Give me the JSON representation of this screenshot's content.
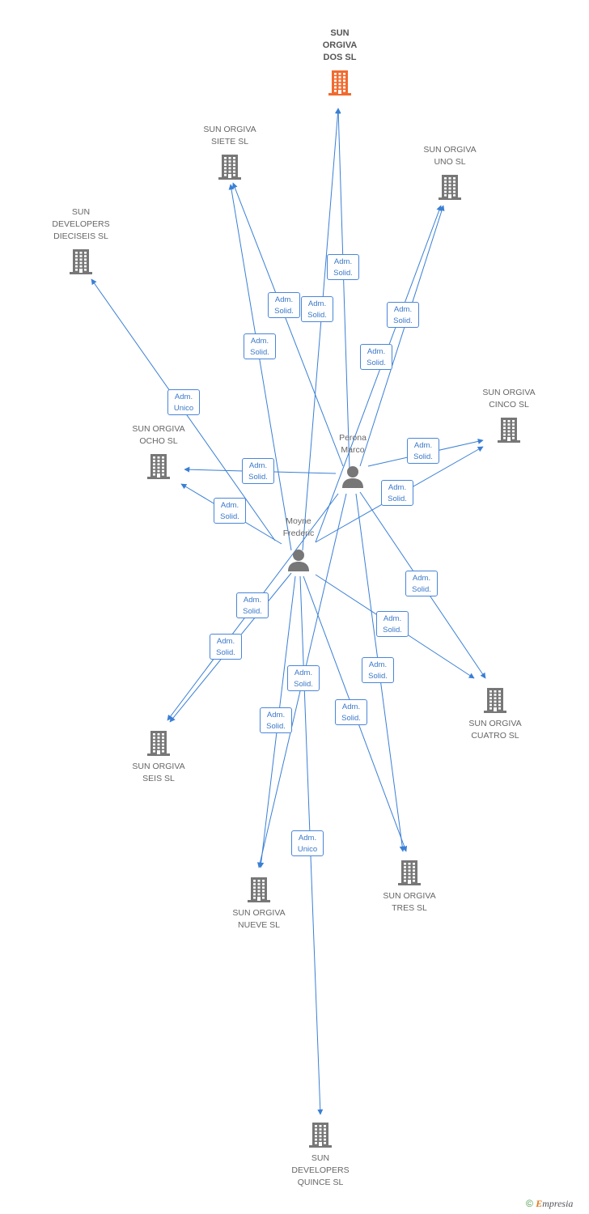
{
  "colors": {
    "edge": "#3a7fd5",
    "company": "#777777",
    "main_company": "#f26a2e",
    "person": "#777777"
  },
  "companies": [
    {
      "id": "dos",
      "label": "SUN\nORGIVA\nDOS SL",
      "main": true
    },
    {
      "id": "siete",
      "label": "SUN ORGIVA\nSIETE SL"
    },
    {
      "id": "uno",
      "label": "SUN ORGIVA\nUNO SL"
    },
    {
      "id": "dieciseis",
      "label": "SUN\nDEVELOPERS\nDIECISEIS SL"
    },
    {
      "id": "cinco",
      "label": "SUN ORGIVA\nCINCO SL"
    },
    {
      "id": "ocho",
      "label": "SUN ORGIVA\nOCHO SL"
    },
    {
      "id": "cuatro",
      "label": "SUN ORGIVA\nCUATRO SL"
    },
    {
      "id": "seis",
      "label": "SUN ORGIVA\nSEIS SL"
    },
    {
      "id": "nueve",
      "label": "SUN ORGIVA\nNUEVE SL"
    },
    {
      "id": "tres",
      "label": "SUN ORGIVA\nTRES SL"
    },
    {
      "id": "quince",
      "label": "SUN\nDEVELOPERS\nQUINCE SL"
    }
  ],
  "persons": [
    {
      "id": "perona",
      "label": "Perona\nMarco"
    },
    {
      "id": "moyne",
      "label": "Moyne\nFrederic"
    }
  ],
  "edges": [
    {
      "from": "perona",
      "to": "dos",
      "role": [
        "Adm.",
        "Solid."
      ]
    },
    {
      "from": "moyne",
      "to": "dos",
      "role": [
        "Adm.",
        "Solid."
      ]
    },
    {
      "from": "perona",
      "to": "siete",
      "role": [
        "Adm.",
        "Solid."
      ]
    },
    {
      "from": "moyne",
      "to": "siete",
      "role": [
        "Adm.",
        "Solid."
      ]
    },
    {
      "from": "perona",
      "to": "uno",
      "role": [
        "Adm.",
        "Solid."
      ]
    },
    {
      "from": "moyne",
      "to": "uno",
      "role": [
        "Adm.",
        "Solid."
      ]
    },
    {
      "from": "moyne",
      "to": "dieciseis",
      "role": [
        "Adm.",
        "Unico"
      ]
    },
    {
      "from": "perona",
      "to": "cinco",
      "role": [
        "Adm.",
        "Solid."
      ]
    },
    {
      "from": "moyne",
      "to": "cinco",
      "role": [
        "Adm.",
        "Solid."
      ]
    },
    {
      "from": "perona",
      "to": "ocho",
      "role": [
        "Adm.",
        "Solid."
      ]
    },
    {
      "from": "moyne",
      "to": "ocho",
      "role": [
        "Adm.",
        "Solid."
      ]
    },
    {
      "from": "perona",
      "to": "cuatro",
      "role": [
        "Adm.",
        "Solid."
      ]
    },
    {
      "from": "moyne",
      "to": "cuatro",
      "role": [
        "Adm.",
        "Solid."
      ]
    },
    {
      "from": "perona",
      "to": "seis",
      "role": [
        "Adm.",
        "Solid."
      ]
    },
    {
      "from": "moyne",
      "to": "seis",
      "role": [
        "Adm.",
        "Solid."
      ]
    },
    {
      "from": "perona",
      "to": "nueve",
      "role": [
        "Adm.",
        "Solid."
      ]
    },
    {
      "from": "moyne",
      "to": "nueve",
      "role": [
        "Adm.",
        "Solid."
      ]
    },
    {
      "from": "perona",
      "to": "tres",
      "role": [
        "Adm.",
        "Solid."
      ]
    },
    {
      "from": "moyne",
      "to": "tres",
      "role": [
        "Adm.",
        "Solid."
      ]
    },
    {
      "from": "moyne",
      "to": "quince",
      "role": [
        "Adm.",
        "Unico"
      ]
    }
  ],
  "footer": {
    "copyright": "©",
    "brand_initial": "E",
    "brand_rest": "mpresia"
  }
}
